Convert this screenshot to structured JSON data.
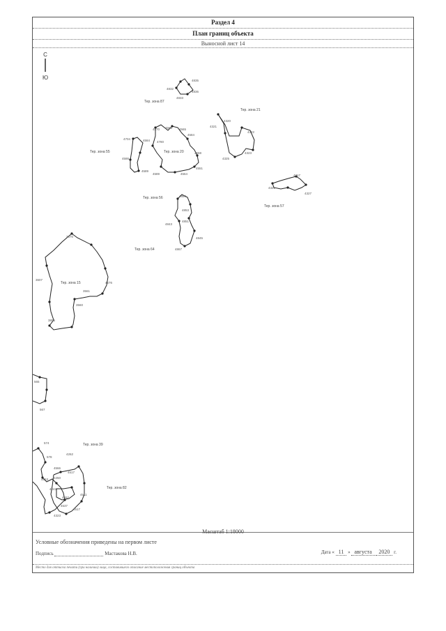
{
  "header": {
    "section": "Раздел 4",
    "title": "План границ объекта",
    "sheet": "Выносной лист 14"
  },
  "compass": {
    "north": "С",
    "south": "Ю"
  },
  "zones": [
    "Тер. зона 87",
    "Тер. зона 21",
    "Тер. зона 55",
    "Тер. зона 20",
    "Тер. зона 56",
    "Тер. зона 57",
    "Тер. зона 64",
    "Тер. зона 15",
    "Тер. зона 39",
    "Тер. зона 82"
  ],
  "points": [
    "4832",
    "4835",
    "4836",
    "4833",
    "4320",
    "4321",
    "4322",
    "4323",
    "4325",
    "4704",
    "4570",
    "4566",
    "4565",
    "4584",
    "4586",
    "4589",
    "4780",
    "4584",
    "4568",
    "4551",
    "4589",
    "4564",
    "4317",
    "4321",
    "4327",
    "4884",
    "4853",
    "4851",
    "4843",
    "4845",
    "4867",
    "3670",
    "3607",
    "4576",
    "3561",
    "3560",
    "3895",
    "565",
    "567",
    "574",
    "578",
    "4262",
    "4566",
    "4553",
    "4250",
    "4517",
    "4243",
    "4552",
    "4511",
    "4537",
    "4323",
    "4517"
  ],
  "footer": {
    "scale": "Масштаб 1:18000",
    "legend": "Условные обозначения приведены на первом листе",
    "sign_label": "Подпись",
    "signer": "Мастакова Н.В.",
    "date_label": "Дата",
    "day": "11",
    "month": "августа",
    "year": "2020",
    "note": "Место для оттиска печати (при наличии) лица, составившего описание местоположения границ объекта"
  }
}
